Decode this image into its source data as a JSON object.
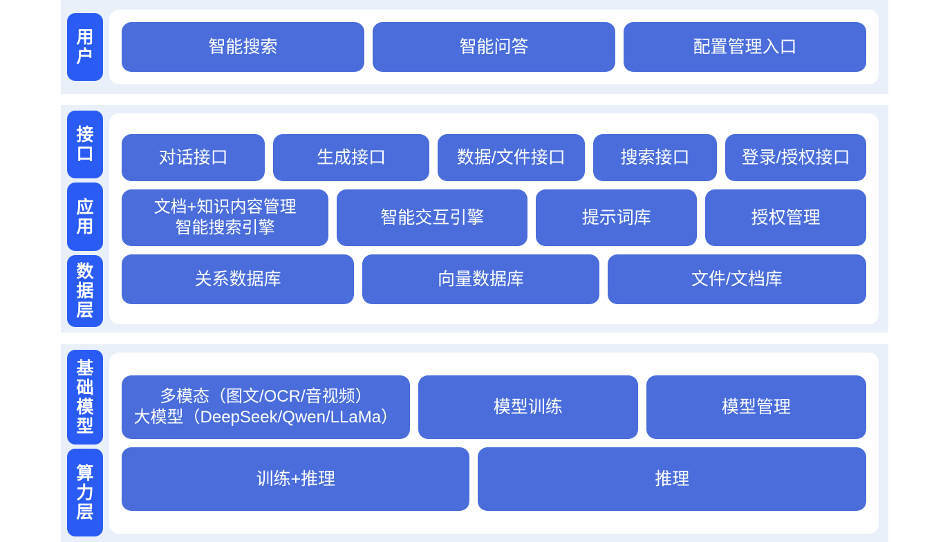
{
  "colors": {
    "label_tab": "#2a5cf5",
    "card": "#4a6ddb",
    "band": "#eaf0f9",
    "panel": "#ffffff",
    "page": "#ffffff",
    "card_text": "#ffffff"
  },
  "sections": [
    {
      "id": "users",
      "labels": [
        "用户"
      ],
      "rows": [
        {
          "id": "user-entries",
          "cards": [
            "智能搜索",
            "智能问答",
            "配置管理入口"
          ]
        }
      ]
    },
    {
      "id": "platform",
      "labels": [
        "接口",
        "应用",
        "数据层"
      ],
      "rows": [
        {
          "id": "interface",
          "cards": [
            "对话接口",
            "生成接口",
            "数据/文件接口",
            "搜索接口",
            "登录/授权接口"
          ]
        },
        {
          "id": "application",
          "cards": [
            "文档+知识内容管理\n智能搜索引擎",
            "智能交互引擎",
            "提示词库",
            "授权管理"
          ]
        },
        {
          "id": "data",
          "cards": [
            "关系数据库",
            "向量数据库",
            "文件/文档库"
          ]
        }
      ]
    },
    {
      "id": "infrastructure",
      "labels": [
        "基础模型",
        "算力层"
      ],
      "rows": [
        {
          "id": "model",
          "cards": [
            "多模态（图文/OCR/音视频）\n大模型（DeepSeek/Qwen/LLaMa）",
            "模型训练",
            "模型管理"
          ]
        },
        {
          "id": "compute",
          "cards": [
            "训练+推理",
            "推理"
          ]
        }
      ]
    }
  ],
  "labels": {
    "users": "用户",
    "interface": "接口",
    "application": "应用",
    "data_layer": "数据层",
    "foundation_model": "基础模型",
    "compute_layer": "算力层"
  },
  "cards": {
    "users": {
      "smart_search": "智能搜索",
      "smart_qa": "智能问答",
      "config_entry": "配置管理入口"
    },
    "interface": {
      "dialog_api": "对话接口",
      "generation_api": "生成接口",
      "data_file_api": "数据/文件接口",
      "search_api": "搜索接口",
      "login_auth_api": "登录/授权接口"
    },
    "application": {
      "doc_knowledge": "文档+知识内容管理\n智能搜索引擎",
      "interaction_engine": "智能交互引擎",
      "prompt_library": "提示词库",
      "auth_management": "授权管理"
    },
    "data": {
      "relational_db": "关系数据库",
      "vector_db": "向量数据库",
      "file_doc_store": "文件/文档库"
    },
    "model": {
      "multimodal_llm": "多模态（图文/OCR/音视频）\n大模型（DeepSeek/Qwen/LLaMa）",
      "model_training": "模型训练",
      "model_management": "模型管理"
    },
    "compute": {
      "train_infer": "训练+推理",
      "infer": "推理"
    }
  }
}
